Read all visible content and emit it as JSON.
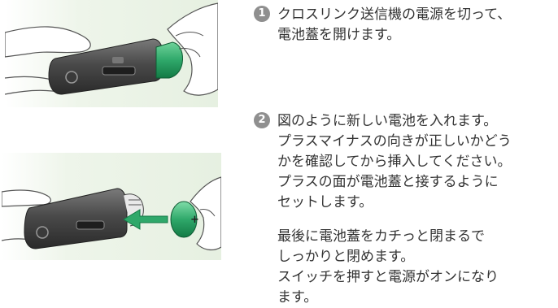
{
  "steps": [
    {
      "number": "1",
      "paragraphs": [
        "クロスリンク送信機の電源を切って、\n電池蓋を開けます。"
      ]
    },
    {
      "number": "2",
      "paragraphs": [
        "図のように新しい電池を入れます。\nプラスマイナスの向きが正しいかどう\nかを確認してから挿入してください。\nプラスの面が電池蓋と接するように\nセットします。",
        "最後に電池蓋をカチっと閉まるで\nしっかりと閉めます。\nスイッチを押すと電源がオンになり\nます。"
      ]
    }
  ],
  "illustrations": {
    "battery_polarity": "+",
    "accent_color": "#2fa86a",
    "background_tint": "#eaf3e6"
  }
}
